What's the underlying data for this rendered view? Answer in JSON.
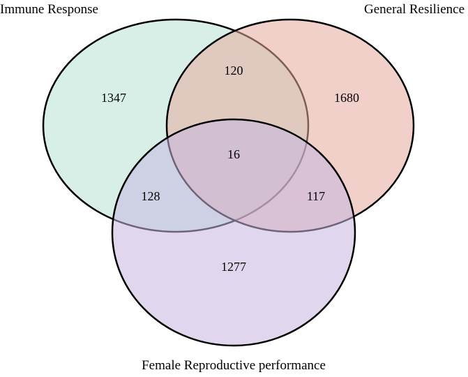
{
  "sets": [
    {
      "id": "immune",
      "label": "Immune Response",
      "color": "#b6e2d3"
    },
    {
      "id": "resilience",
      "label": "General Resilience",
      "color": "#e7a99e"
    },
    {
      "id": "reproductive",
      "label": "Female Reproductive performance",
      "color": "#c6b6e0"
    }
  ],
  "regions": {
    "immune_only": "1347",
    "resilience_only": "1680",
    "reproductive_only": "1277",
    "immune_resilience": "120",
    "immune_reproductive": "128",
    "resilience_reproductive": "117",
    "all_three": "16"
  },
  "style": {
    "outline_color": "#000000",
    "fill_opacity": 0.55
  }
}
